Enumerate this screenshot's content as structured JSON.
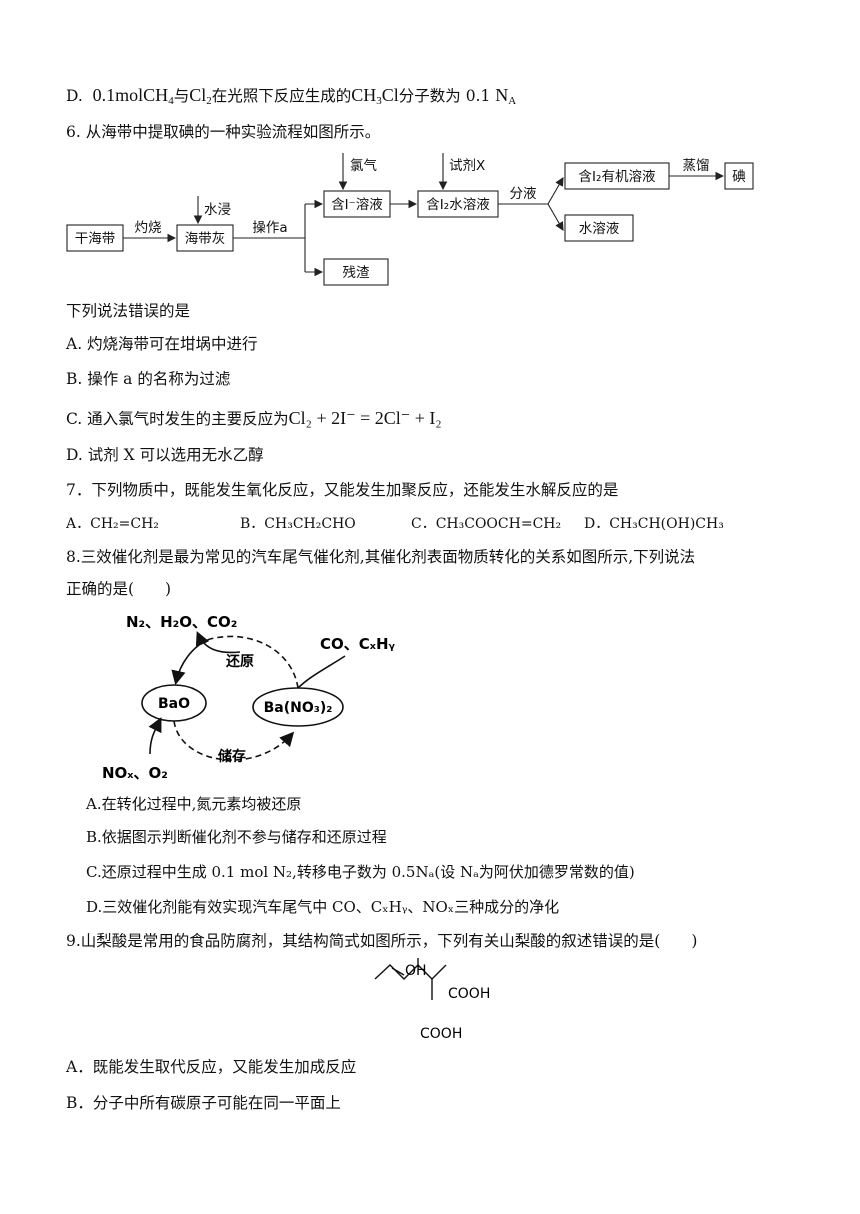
{
  "q5": {
    "optD_label": "D.",
    "optD_amount": "0.1molCH",
    "optD_sub4": "4",
    "optD_with": "与",
    "optD_cl": "Cl",
    "optD_cl_sub": "2",
    "optD_mid": "在光照下反应生成的",
    "optD_product": "CH",
    "optD_product_sub": "3",
    "optD_product_end": "Cl",
    "optD_tail": "分子数为 0.1 ",
    "optD_na": "N",
    "optD_na_sub": "A"
  },
  "q6": {
    "stem": "6.  从海带中提取碘的一种实验流程如图所示。",
    "flow": {
      "b_dry_kelp": "干海带",
      "l_burn": "灼烧",
      "l_soak": "水浸",
      "b_ash": "海带灰",
      "l_op_a": "操作a",
      "l_chlorine": "氯气",
      "b_iodide": "含I⁻溶液",
      "l_reagent_x": "试剂X",
      "b_i2_water": "含I₂水溶液",
      "l_separate": "分液",
      "b_i2_organic": "含I₂有机溶液",
      "l_distill": "蒸馏",
      "b_iodine": "碘",
      "b_aqueous": "水溶液",
      "b_residue": "残渣"
    },
    "question": "下列说法错误的是",
    "optA": "A.  灼烧海带可在坩埚中进行",
    "optB": "B.  操作 a 的名称为过滤",
    "optC_pre": "C.  通入氯气时发生的主要反应为",
    "optC_eq": "Cl₂ + 2I⁻ = 2Cl⁻ + I₂",
    "optD": "D.  试剂 X 可以选用无水乙醇"
  },
  "q7": {
    "stem": "7．下列物质中，既能发生氧化反应，又能发生加聚反应，还能发生水解反应的是",
    "optA": "A．CH₂=CH₂",
    "optB": "B．CH₃CH₂CHO",
    "optC": "C．CH₃COOCH=CH₂",
    "optD": "D．CH₃CH(OH)CH₃"
  },
  "q8": {
    "stem1": "8.三效催化剂是最为常见的汽车尾气催化剂,其催化剂表面物质转化的关系如图所示,下列说法",
    "stem2": "正确的是(　　)",
    "diagram": {
      "top_products": "N₂、H₂O、CO₂",
      "reduce": "还原",
      "reductants": "CO、CₓHᵧ",
      "bao": "BaO",
      "bano3": "Ba(NO₃)₂",
      "store": "储存",
      "reactants": "NOₓ、O₂"
    },
    "optA": "A.在转化过程中,氮元素均被还原",
    "optB": "B.依据图示判断催化剂不参与储存和还原过程",
    "optC": "C.还原过程中生成 0.1 mol N₂,转移电子数为 0.5Nₐ(设 Nₐ为阿伏加德罗常数的值)",
    "optD": "D.三效催化剂能有效实现汽车尾气中 CO、CₓHᵧ、NOₓ三种成分的净化"
  },
  "q9": {
    "stem": "9.山梨酸是常用的食品防腐剂，其结构简式如图所示，下列有关山梨酸的叙述错误的是(　　)",
    "structure": {
      "oh": "OH",
      "cooh_right": "COOH",
      "cooh_bottom": "COOH"
    },
    "optA": "A．既能发生取代反应，又能发生加成反应",
    "optB": "B．分子中所有碳原子可能在同一平面上"
  }
}
